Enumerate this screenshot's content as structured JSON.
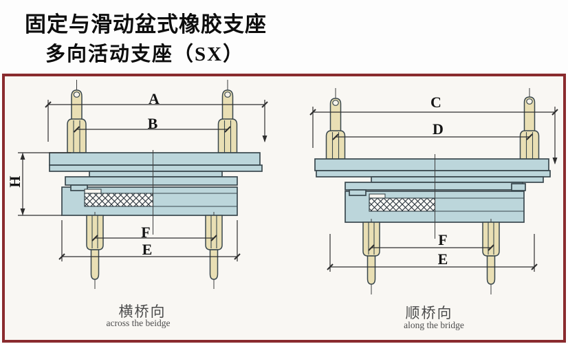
{
  "page": {
    "title_line1": "固定与滑动盆式橡胶支座",
    "title_line2": "多向活动支座（SX）"
  },
  "colors": {
    "panel-border": "#8a2b2e",
    "panel-bg": "#f9f7f3",
    "plate": "#bcd6db",
    "plate-stroke": "#39474d",
    "bolt": "#e9dfb4",
    "line": "#2e2e2e",
    "label": "#141414",
    "caption": "#4c4c4c"
  },
  "left_diagram": {
    "caption_zh": "横桥向",
    "caption_en": "across the beidge",
    "dim_top_outer": "A",
    "dim_top_inner": "B",
    "dim_height": "H",
    "dim_bottom_inner": "F",
    "dim_bottom_outer": "E"
  },
  "right_diagram": {
    "caption_zh": "顺桥向",
    "caption_en": "along the bridge",
    "dim_top_outer": "C",
    "dim_top_inner": "D",
    "dim_bottom_inner": "F",
    "dim_bottom_outer": "E"
  }
}
